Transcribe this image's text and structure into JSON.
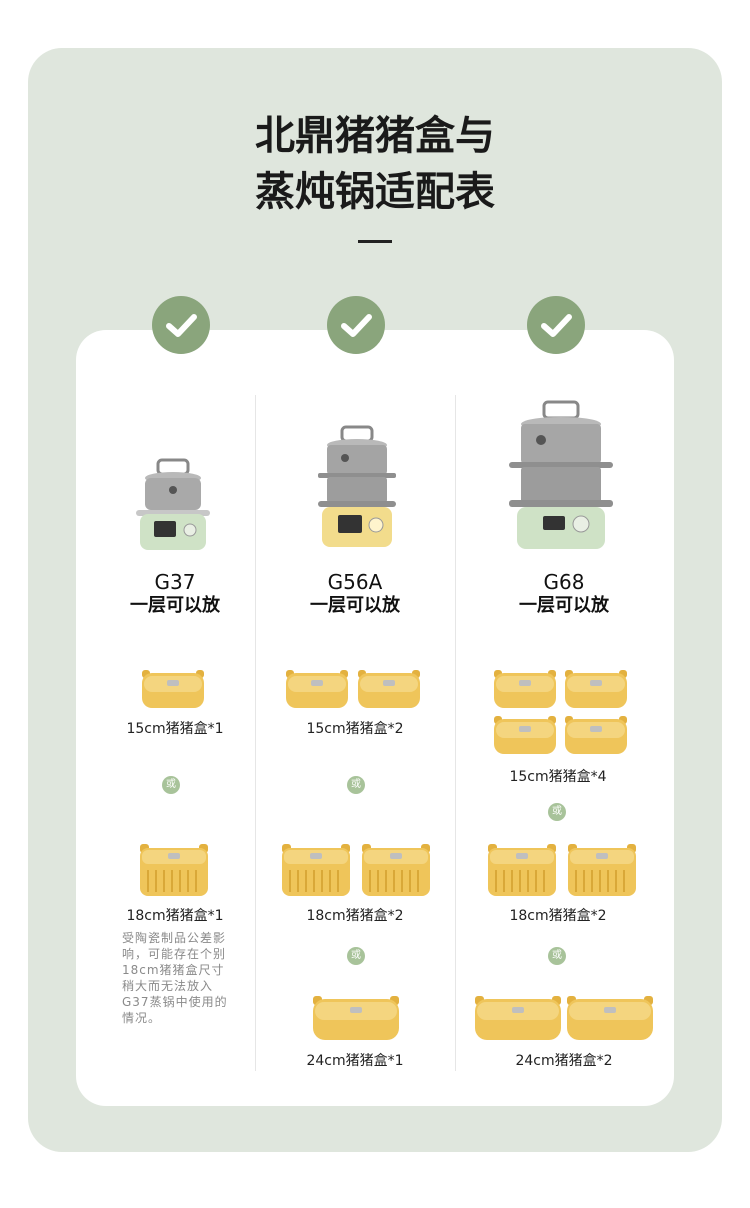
{
  "title_line1": "北鼎猪猪盒与",
  "title_line2": "蒸炖锅适配表",
  "colors": {
    "outer_bg": "#dfe6dd",
    "check_green": "#8aa57c",
    "or_green": "#a8c39a",
    "box_yellow": "#efc55a",
    "cooker_green": "#cfe2c6",
    "cooker_yellow": "#f2dc8c"
  },
  "columns": [
    {
      "model": "G37",
      "layer": "一层可以放",
      "cooker_base": "green",
      "label_15": "15cm猪猪盒*1",
      "label_18": "18cm猪猪盒*1",
      "note": "受陶瓷制品公差影响，可能存在个别18cm猪猪盒尺寸稍大而无法放入G37蒸锅中使用的情况。"
    },
    {
      "model": "G56A",
      "layer": "一层可以放",
      "cooker_base": "yellow",
      "label_15": "15cm猪猪盒*2",
      "label_18": "18cm猪猪盒*2",
      "label_24": "24cm猪猪盒*1"
    },
    {
      "model": "G68",
      "layer": "一层可以放",
      "cooker_base": "green",
      "label_15": "15cm猪猪盒*4",
      "label_18": "18cm猪猪盒*2",
      "label_24": "24cm猪猪盒*2"
    }
  ],
  "or_text": "或",
  "icons": [
    "check-icon",
    "steamer-icon",
    "pig-box-icon"
  ]
}
